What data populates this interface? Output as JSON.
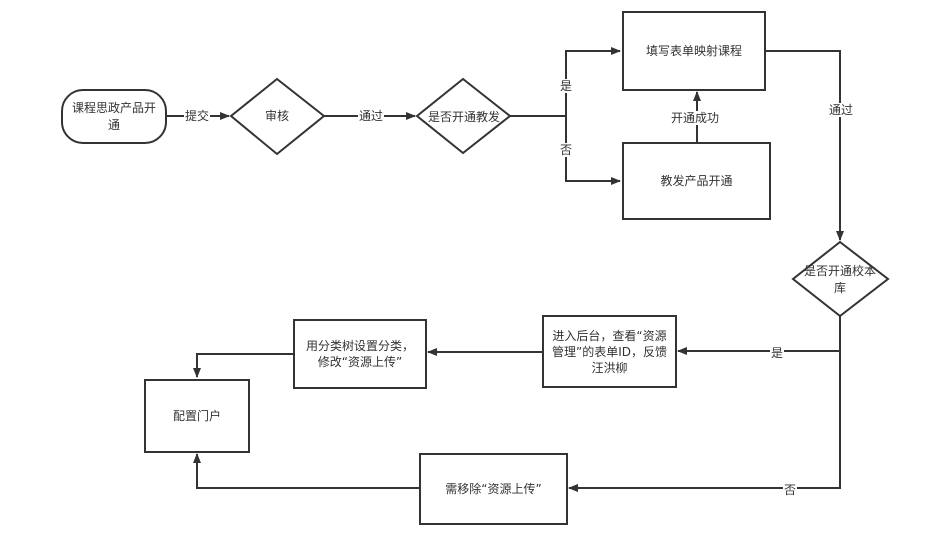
{
  "diagram": {
    "type": "flowchart",
    "colors": {
      "stroke": "#333333",
      "text": "#333333",
      "background": "#ffffff"
    },
    "nodes": {
      "start": {
        "shape": "terminal",
        "text": "课程思政产品开通"
      },
      "review": {
        "shape": "decision",
        "text": "审核"
      },
      "open_teaching": {
        "shape": "decision",
        "text": "是否开通教发"
      },
      "fill_form": {
        "shape": "process",
        "text": "填写表单映射课程"
      },
      "teaching_product": {
        "shape": "process",
        "text": "教发产品开通"
      },
      "open_library": {
        "shape": "decision",
        "text": "是否开通校本库"
      },
      "backend": {
        "shape": "process",
        "text": "进入后台，查看“资源管理”的表单ID，反馈汪洪柳"
      },
      "category_tree": {
        "shape": "process",
        "text": "用分类树设置分类，修改“资源上传”"
      },
      "config_portal": {
        "shape": "process",
        "text": "配置门户"
      },
      "remove_upload": {
        "shape": "process",
        "text": "需移除“资源上传”"
      }
    },
    "edges": {
      "submit": {
        "from": "start",
        "to": "review",
        "label": "提交"
      },
      "pass1": {
        "from": "review",
        "to": "open_teaching",
        "label": "通过"
      },
      "yes1": {
        "from": "open_teaching",
        "to": "fill_form",
        "label": "是"
      },
      "no1": {
        "from": "open_teaching",
        "to": "teaching_product",
        "label": "否"
      },
      "success": {
        "from": "teaching_product",
        "to": "fill_form",
        "label": "开通成功"
      },
      "pass2": {
        "from": "fill_form",
        "to": "open_library",
        "label": "通过"
      },
      "yes2": {
        "from": "open_library",
        "to": "backend",
        "label": "是"
      },
      "no2": {
        "from": "open_library",
        "to": "remove_upload",
        "label": "否"
      },
      "to_category": {
        "from": "backend",
        "to": "category_tree",
        "label": ""
      },
      "to_portal1": {
        "from": "category_tree",
        "to": "config_portal",
        "label": ""
      },
      "to_portal2": {
        "from": "remove_upload",
        "to": "config_portal",
        "label": ""
      }
    }
  }
}
